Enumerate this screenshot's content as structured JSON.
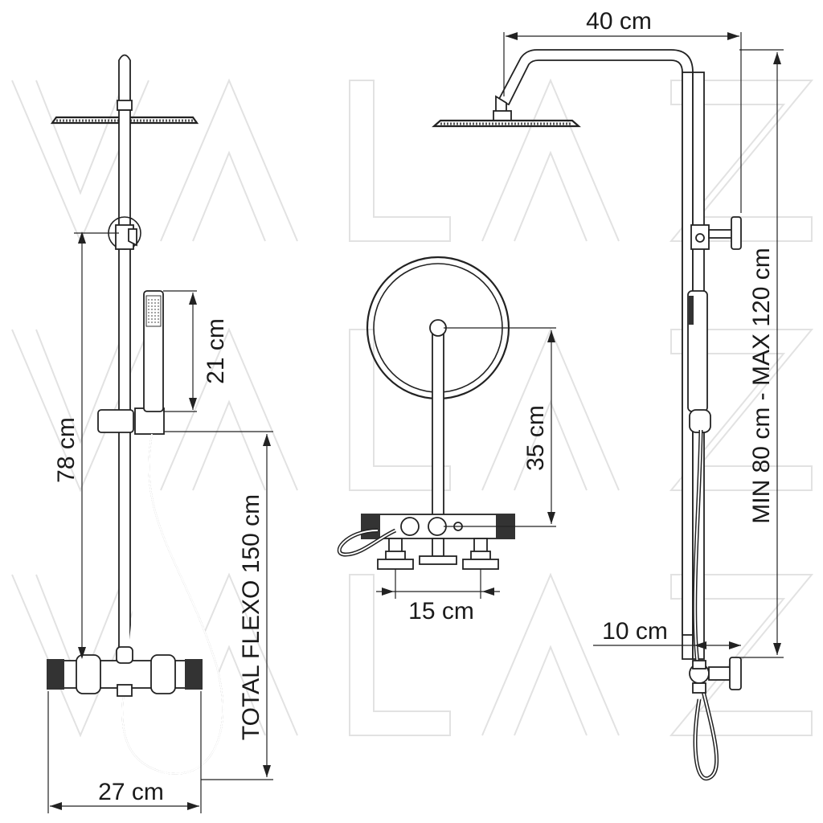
{
  "watermark": {
    "text": "VALAZ",
    "color": "#e3e3e3"
  },
  "dimensions": {
    "bar_height": "78 cm",
    "hand_shower_length": "21 cm",
    "hose_length": "TOTAL FLEXO 150 cm",
    "mixer_width": "27 cm",
    "arm_length": "35 cm",
    "valve_spacing": "15 cm",
    "head_reach": "40 cm",
    "height_range": "MIN 80 cm - MAX 120 cm",
    "wall_offset": "10 cm"
  },
  "colors": {
    "line": "#222222",
    "background": "#ffffff"
  }
}
